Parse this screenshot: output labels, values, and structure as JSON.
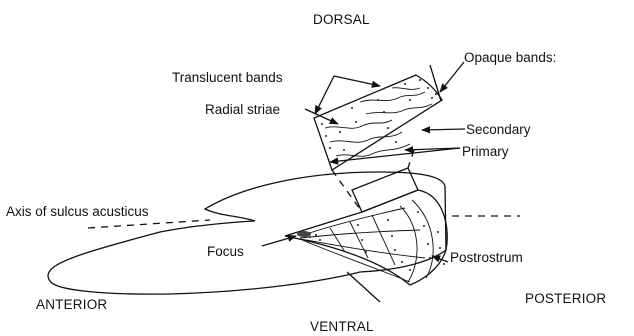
{
  "orientation": {
    "dorsal": "DORSAL",
    "ventral": "VENTRAL",
    "anterior": "ANTERIOR",
    "posterior": "POSTERIOR"
  },
  "labels": {
    "translucent_bands": "Translucent bands",
    "opaque_bands": "Opaque bands:",
    "radial_striae": "Radial striae",
    "secondary": "Secondary",
    "primary": "Primary",
    "axis_sulcus": "Axis of sulcus acusticus",
    "focus": "Focus",
    "postrostrum": "Postrostrum"
  },
  "colors": {
    "ink": "#111111",
    "background": "#ffffff"
  }
}
